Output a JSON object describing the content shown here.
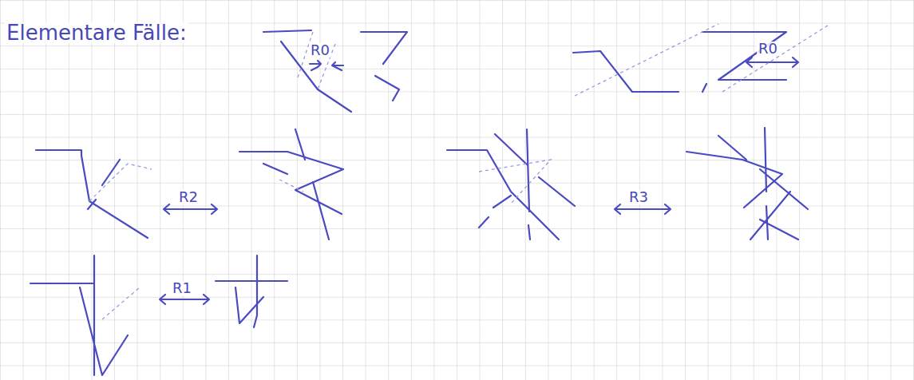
{
  "diagram": {
    "labels": [
      "Elementare Fälle:",
      "R0",
      "R0",
      "R2",
      "R3",
      "R1"
    ]
  }
}
